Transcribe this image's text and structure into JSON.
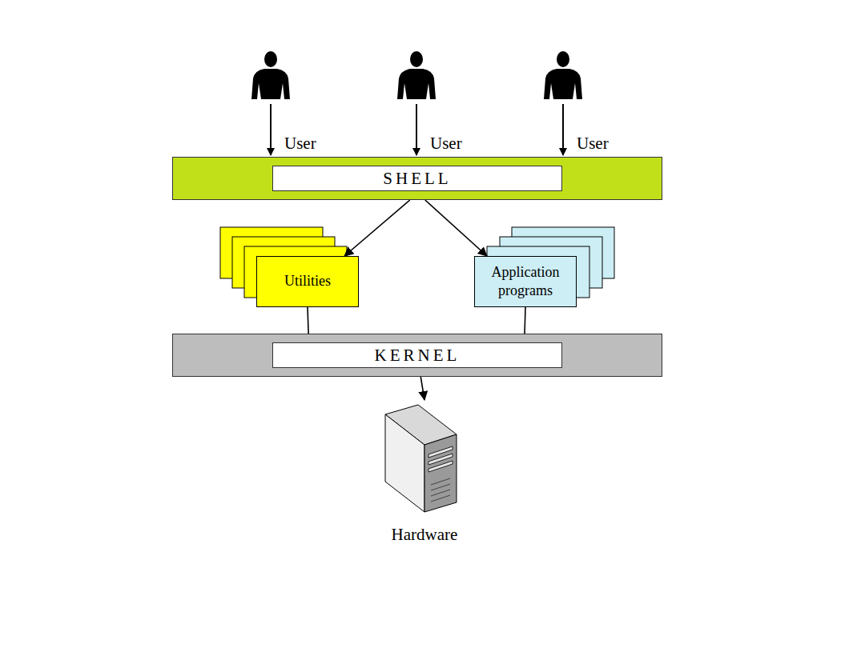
{
  "diagram": {
    "nodes": [
      {
        "text": [
          "SHELL"
        ]
      },
      {
        "text": [
          "Utilities"
        ]
      },
      {
        "text": [
          "Application programs"
        ]
      },
      {
        "text": [
          "KERNEL"
        ]
      },
      {
        "text": [
          "Hardware"
        ]
      }
    ],
    "edges": [
      {
        "from": 0,
        "to": 1,
        "arrow": "to"
      },
      {
        "from": 0,
        "to": 2,
        "arrow": "to"
      },
      {
        "from": 1,
        "to": 3,
        "arrow": "none"
      },
      {
        "from": 2,
        "to": 3,
        "arrow": "none"
      },
      {
        "from": 3,
        "to": 4,
        "arrow": "to"
      }
    ],
    "labels": [
      "User",
      "User",
      "User"
    ]
  }
}
